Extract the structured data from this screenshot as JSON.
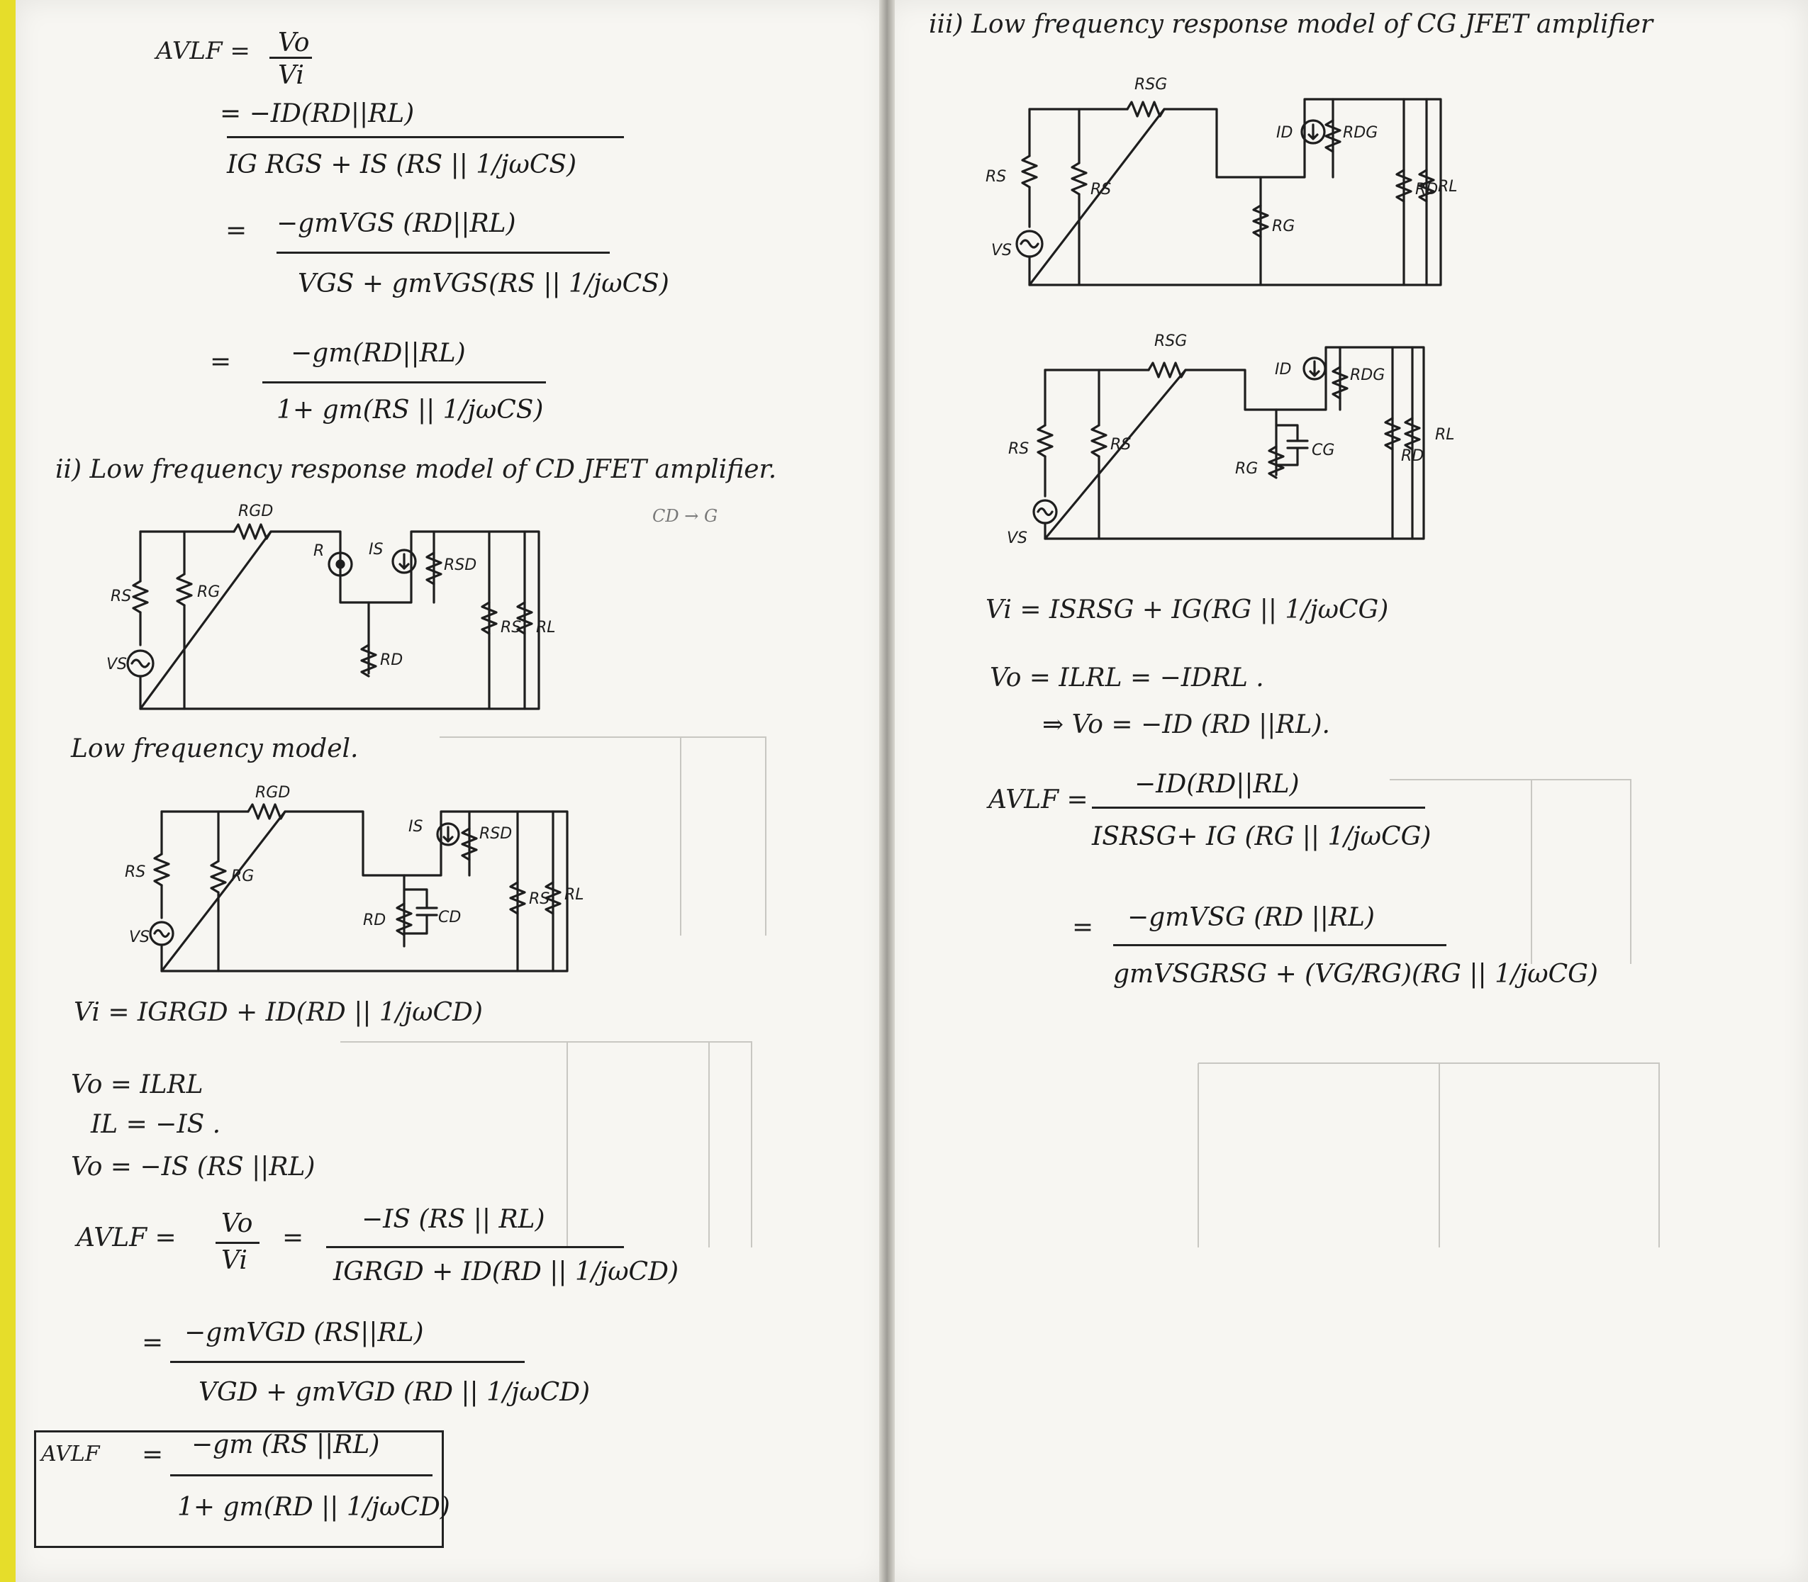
{
  "left": {
    "eq_top": {
      "lhs": "AVLF =",
      "lhs_frac_num": "Vo",
      "lhs_frac_den": "Vi",
      "step1_num": "= −ID(RD||RL)",
      "step1_den": "IG RGS + IS (RS || 1/jωCS)",
      "step2_num": "−gmVGS (RD||RL)",
      "step2_den": "VGS + gmVGS(RS || 1/jωCS)",
      "step3_num": "−gm(RD||RL)",
      "step3_den": "1+ gm(RS || 1/jωCS)",
      "eq_sign": "="
    },
    "cd_heading": "ii) Low frequency response model of CD JFET amplifier.",
    "cd_note": "CD → G",
    "cd_circuit1": {
      "labels": [
        "RGD",
        "R",
        "IS",
        "RSD",
        "RS",
        "RG",
        "VS",
        "RD",
        "RS",
        "RL"
      ]
    },
    "lf_model_heading": "Low frequency model.",
    "cd_circuit2": {
      "labels": [
        "RGD",
        "IS",
        "RSD",
        "RS",
        "RG",
        "VS",
        "RD",
        "CD",
        "RS",
        "RL"
      ]
    },
    "eq_cd": {
      "vi": "Vi  =  IGRGD + ID(RD || 1/jωCD)",
      "vo": "Vo  =  ILRL",
      "il": "IL = −IS .",
      "vo2": "Vo  =  −IS (RS ||RL)",
      "avlf_lhs": "AVLF  =",
      "avlf_frac_num": "Vo",
      "avlf_frac_den": "Vi",
      "avlf_eq": "=",
      "avlf_num": "−IS (RS || RL)",
      "avlf_den": "IGRGD + ID(RD || 1/jωCD)",
      "step_eq": "=",
      "step_num": "−gmVGD (RS||RL)",
      "step_den": "VGD + gmVGD (RD || 1/jωCD)",
      "final_lhs": "AVLF",
      "final_eq": "=",
      "final_num": "−gm (RS ||RL)",
      "final_den": "1+ gm(RD || 1/jωCD)"
    }
  },
  "right": {
    "cg_heading": "iii) Low frequency response model of CG JFET amplifier",
    "cg_circuit1": {
      "labels": [
        "RSG",
        "ID",
        "RDG",
        "RS",
        "RS",
        "VS",
        "RG",
        "RD",
        "RL"
      ]
    },
    "cg_circuit2": {
      "labels": [
        "RSG",
        "ID",
        "RDG",
        "RS",
        "RS",
        "VS",
        "RG",
        "CG",
        "RD",
        "RL"
      ]
    },
    "eq_cg": {
      "vi": "Vi =   ISRSG + IG(RG || 1/jωCG)",
      "vo": "Vo   =  ILRL  =  −IDRL .",
      "vo2": "⇒  Vo = −ID (RD ||RL).",
      "avlf_lhs": "AVLF =",
      "avlf_num": "−ID(RD||RL)",
      "avlf_den": "ISRSG+ IG (RG || 1/jωCG)",
      "step_eq": "=",
      "step_num": "−gmVSG (RD ||RL)",
      "step_den": "gmVSGRSG + (VG/RG)(RG || 1/jωCG)"
    }
  }
}
